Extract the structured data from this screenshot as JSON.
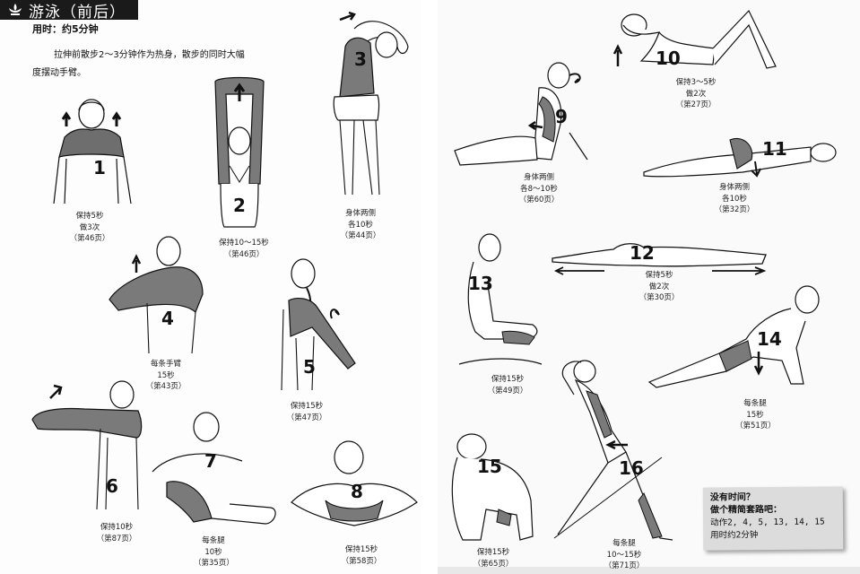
{
  "header": {
    "icon": "lotus-icon",
    "title": "游泳（前后）",
    "duration": "用时：约5分钟",
    "intro": "拉伸前散步2～3分钟作为热身，散步的同时大幅度摆动手臂。"
  },
  "exercises": [
    {
      "number": "1",
      "caption": [
        "保持5秒",
        "做3次",
        "（第46页）"
      ]
    },
    {
      "number": "2",
      "caption": [
        "保持10～15秒",
        "（第46页）"
      ]
    },
    {
      "number": "3",
      "caption": [
        "身体两侧",
        "各10秒",
        "（第44页）"
      ]
    },
    {
      "number": "4",
      "caption": [
        "每条手臂",
        "15秒",
        "（第43页）"
      ]
    },
    {
      "number": "5",
      "caption": [
        "保持15秒",
        "（第47页）"
      ]
    },
    {
      "number": "6",
      "caption": [
        "保持10秒",
        "（第87页）"
      ]
    },
    {
      "number": "7",
      "caption": [
        "每条腿",
        "10秒",
        "（第35页）"
      ]
    },
    {
      "number": "8",
      "caption": [
        "保持15秒",
        "（第58页）"
      ]
    },
    {
      "number": "9",
      "caption": [
        "身体两侧",
        "各8～10秒",
        "（第60页）"
      ]
    },
    {
      "number": "10",
      "caption": [
        "保持3～5秒",
        "做2次",
        "（第27页）"
      ]
    },
    {
      "number": "11",
      "caption": [
        "身体两侧",
        "各10秒",
        "（第32页）"
      ]
    },
    {
      "number": "12",
      "caption": [
        "保持5秒",
        "做2次",
        "（第30页）"
      ]
    },
    {
      "number": "13",
      "caption": [
        "保持15秒",
        "（第49页）"
      ]
    },
    {
      "number": "14",
      "caption": [
        "每条腿",
        "15秒",
        "（第51页）"
      ]
    },
    {
      "number": "15",
      "caption": [
        "保持15秒",
        "（第65页）"
      ]
    },
    {
      "number": "16",
      "caption": [
        "每条腿",
        "10～15秒",
        "（第71页）"
      ]
    }
  ],
  "tip": {
    "line1": "没有时间？",
    "line2": "做个精简套路吧：",
    "line3": "动作2, 4, 5, 13, 14, 15",
    "line4": "用时约2分钟"
  },
  "colors": {
    "title_bg": "#1a1a1a",
    "highlight_muscle": "#7a7a7a",
    "tip_bg": "#dcdcdc"
  }
}
